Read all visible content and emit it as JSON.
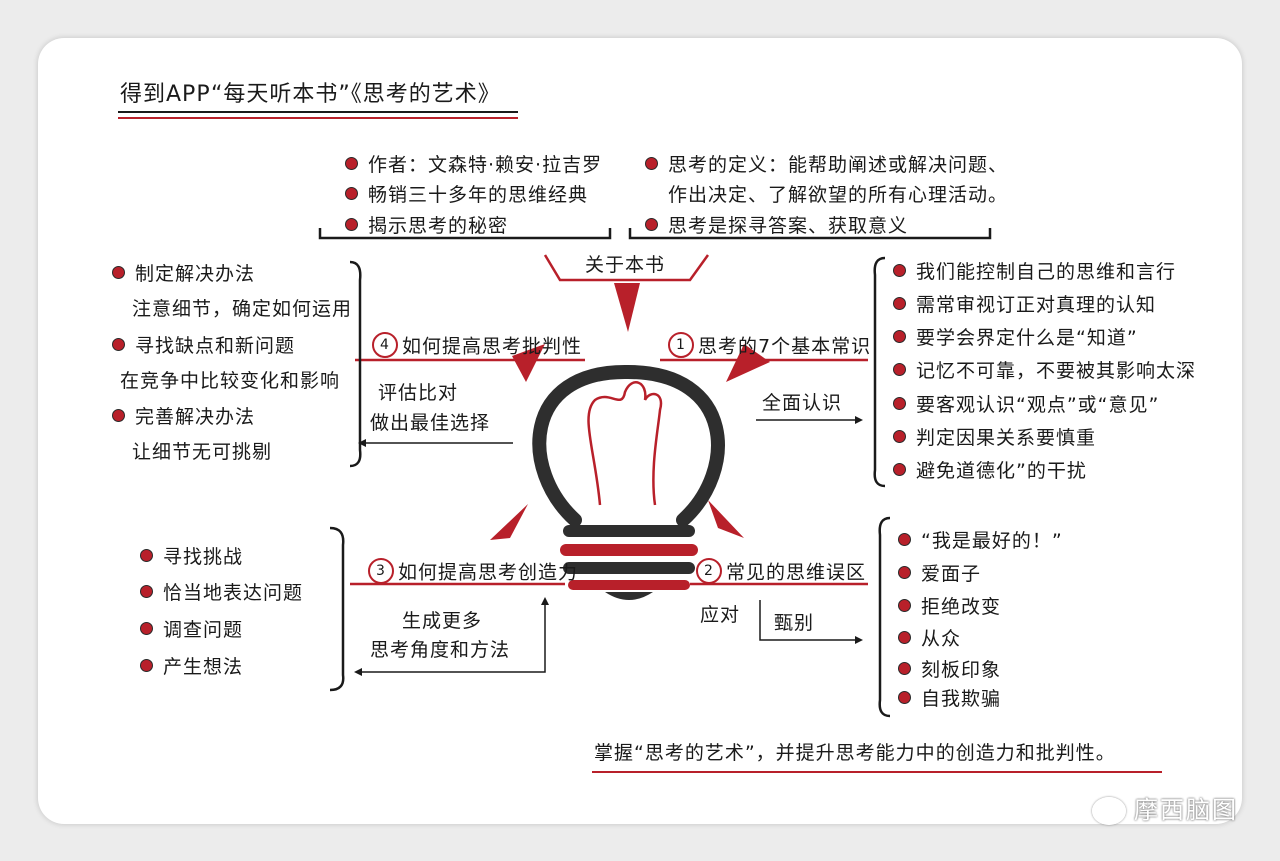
{
  "header": "得到APP“每天听本书”《思考的艺术》",
  "about": {
    "left": [
      "作者：文森特·赖安·拉吉罗",
      "畅销三十多年的思维经典",
      "揭示思考的秘密"
    ],
    "right": [
      "思考的定义：能帮助阐述或解决问题、",
      "作出决定、了解欲望的所有心理活动。",
      "思考是探寻答案、获取意义"
    ],
    "label": "关于本书"
  },
  "branches": {
    "b1": {
      "num": "1",
      "title": "思考的7个基本常识",
      "arrow_label": "全面认识",
      "items": [
        "我们能控制自己的思维和言行",
        "需常审视订正对真理的认知",
        "要学会界定什么是“知道”",
        "记忆不可靠，不要被其影响太深",
        "要客观认识“观点”或“意见”",
        "判定因果关系要慎重",
        "避免道德化”的干扰"
      ]
    },
    "b2": {
      "num": "2",
      "title": "常见的思维误区",
      "label_a": "应对",
      "label_b": "甄别",
      "items": [
        "“我是最好的！”",
        "爱面子",
        "拒绝改变",
        "从众",
        "刻板印象",
        "自我欺骗"
      ]
    },
    "b3": {
      "num": "3",
      "title": "如何提高思考创造力",
      "arrow_label_1": "生成更多",
      "arrow_label_2": "思考角度和方法",
      "items": [
        "寻找挑战",
        "恰当地表达问题",
        "调查问题",
        "产生想法"
      ]
    },
    "b4": {
      "num": "4",
      "title": "如何提高思考批判性",
      "arrow_label_1": "评估比对",
      "arrow_label_2": "做出最佳选择",
      "items": [
        "制定解决办法",
        "注意细节，确定如何运用",
        "寻找缺点和新问题",
        "在竞争中比较变化和影响",
        "完善解决办法",
        "让细节无可挑剔"
      ]
    }
  },
  "footer": "掌握“思考的艺术”，并提升思考能力中的创造力和批判性。",
  "watermark": "摩西脑图",
  "colors": {
    "accent": "#b8202a",
    "ink": "#1a1a1a",
    "bulb": "#2e2e2e"
  }
}
